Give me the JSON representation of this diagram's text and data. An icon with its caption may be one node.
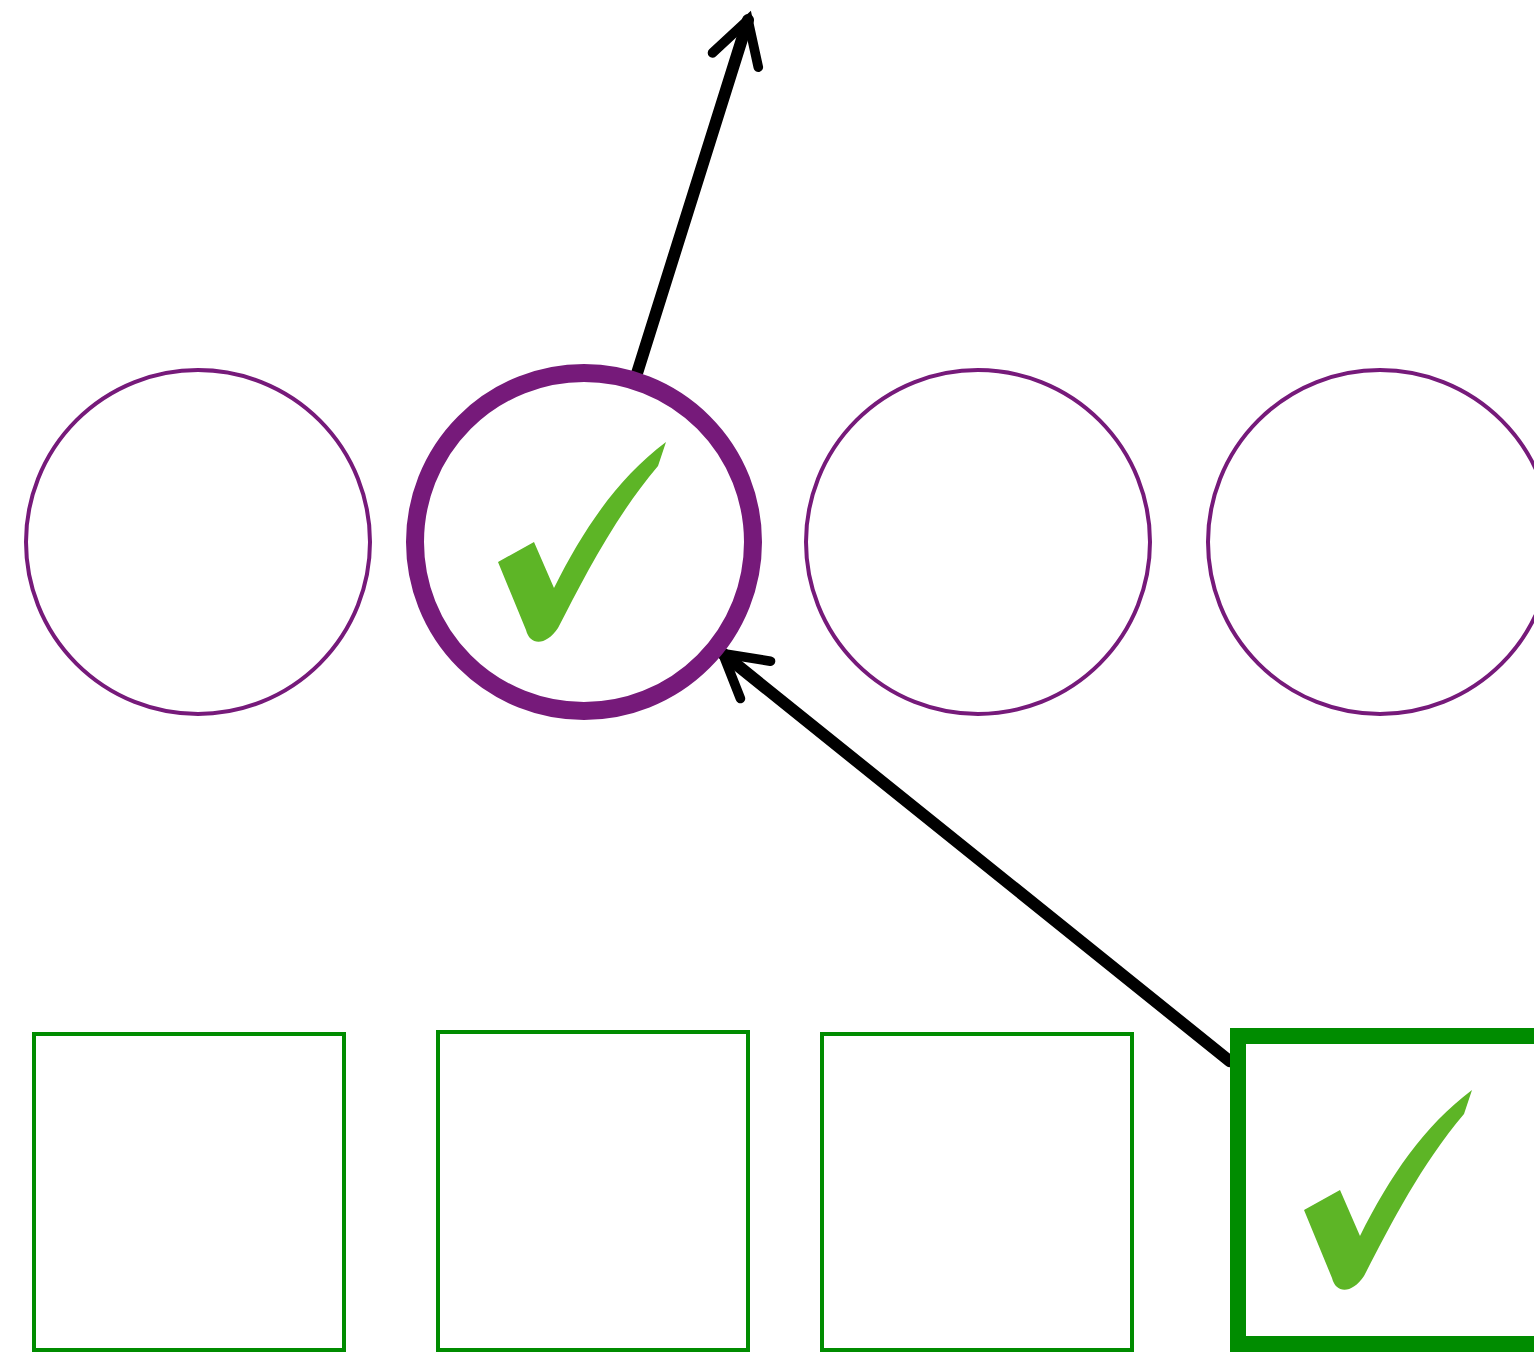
{
  "diagram": {
    "nodes": [
      {
        "text": [],
        "shape": "circle"
      },
      {
        "text": [],
        "shape": "circle"
      },
      {
        "text": [],
        "shape": "circle"
      },
      {
        "text": [],
        "shape": "circle"
      },
      {
        "text": [],
        "shape": "box"
      },
      {
        "text": [],
        "shape": "box"
      },
      {
        "text": [],
        "shape": "box"
      },
      {
        "text": [],
        "shape": "box"
      }
    ],
    "edges": [
      {
        "from": 7,
        "to": 1,
        "arrow": "to"
      },
      {
        "from": 1,
        "to": null,
        "arrow": "to"
      }
    ]
  }
}
